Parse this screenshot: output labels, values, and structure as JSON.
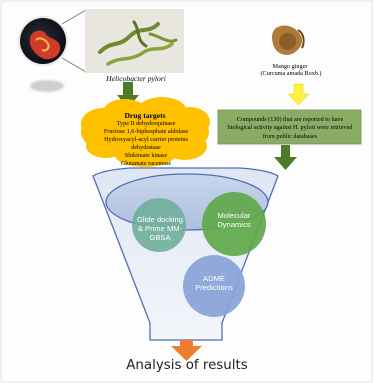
{
  "organism": {
    "name": "Helicobacter pylori"
  },
  "plant": {
    "name": "Mango ginger",
    "scientific": "(Curcuma amada Roxb.)"
  },
  "drug_targets": {
    "title": "Drug targets",
    "items": [
      "Type II dehydroquinase",
      "Fructose 1,6-biphosphate aldolase",
      "Hydroxyacyl-acyl carrier proteins dehydratase",
      "Shikimate kinase",
      "Glutamate racemase"
    ]
  },
  "compounds": {
    "text_line1": "Compounds (130) that are reported to have",
    "text_line2": "biological activity against H. pylori were retrieved",
    "text_line3": "from public databases"
  },
  "methods": {
    "glide": "Glide docking & Prime MM-GBSA",
    "md": "Molecular Dynamics",
    "adme": "ADME Predictions"
  },
  "result": {
    "label": "Analysis of results"
  },
  "colors": {
    "cloud": "#ffc000",
    "green_box": "#8aad66",
    "green_arrow": "#4f7a28",
    "yellow_arrow": "#ffee44",
    "orange_arrow": "#ed7d31",
    "glide_circle": "#6fae9a",
    "md_circle": "#5fa84a",
    "adme_circle": "#8aa4d8"
  }
}
